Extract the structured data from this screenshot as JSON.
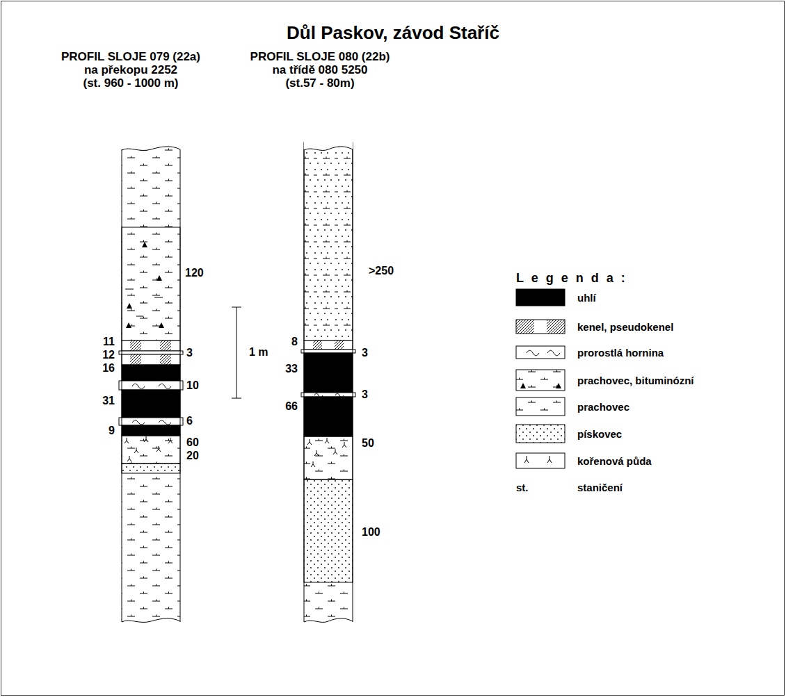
{
  "diagram": {
    "title": "Důl Paskov, závod Staříč",
    "nodes": [
      {
        "text": [
          "PROFIL SLOJE 079 (22a)",
          "na překopu 2252 (st. 960 - 1000 m)"
        ]
      },
      {
        "text": [
          "PROFIL SLOJE 080 (22b)",
          "na třídě 080 5250 (st.57 - 80m)"
        ]
      }
    ],
    "labels": [
      "120",
      "11",
      "3",
      "12",
      "16",
      "10",
      "31",
      "6",
      "9",
      "60",
      "20",
      "1 m",
      ">250",
      "8",
      "3",
      "33",
      "3",
      "66",
      "50",
      "100",
      "L e g e n d a :",
      "st."
    ],
    "legend": [
      {
        "text": "uhlí",
        "color": "#000000"
      },
      {
        "text": "kenel, pseudokenel"
      },
      {
        "text": "prorostlá hornina"
      },
      {
        "text": "prachovec, bituminózní"
      },
      {
        "text": "prachovec"
      },
      {
        "text": "pískovec"
      },
      {
        "text": "kořenová půda"
      },
      {
        "text": "staničení"
      }
    ]
  }
}
